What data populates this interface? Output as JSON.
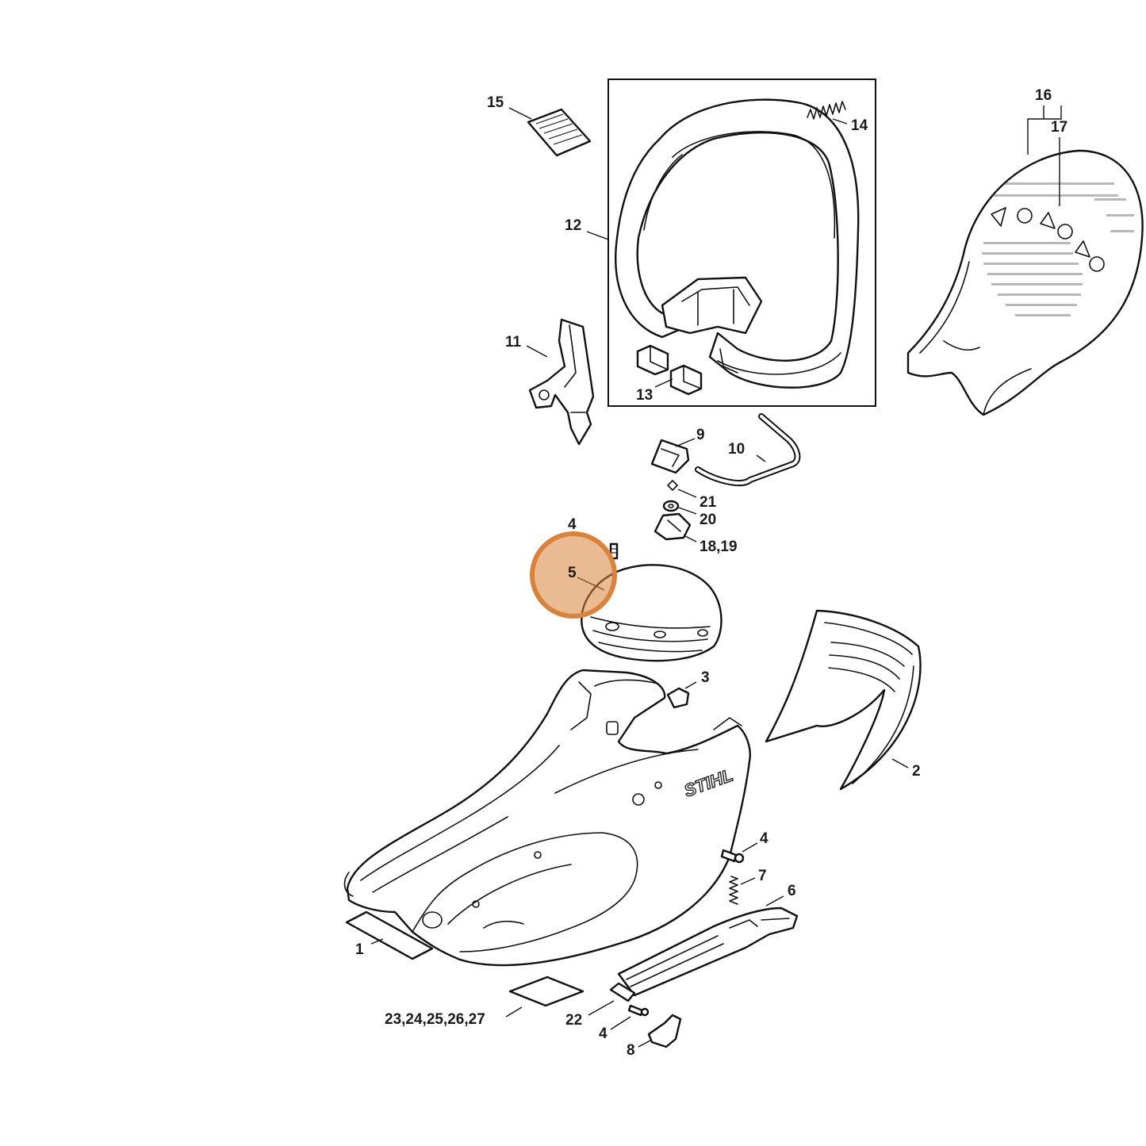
{
  "diagram": {
    "brand_logo_text": "STIHL",
    "highlight_color": "#D9823B",
    "highlighted_callout": "5",
    "callouts": {
      "c1": "1",
      "c2": "2",
      "c3": "3",
      "c4a": "4",
      "c4b": "4",
      "c4c": "4",
      "c5": "5",
      "c6": "6",
      "c7": "7",
      "c8": "8",
      "c9": "9",
      "c10": "10",
      "c11": "11",
      "c12": "12",
      "c13": "13",
      "c14": "14",
      "c15": "15",
      "c16": "16",
      "c17": "17",
      "c1819": "18,19",
      "c20": "20",
      "c21": "21",
      "c22": "22",
      "c2327": "23,24,25,26,27"
    }
  }
}
